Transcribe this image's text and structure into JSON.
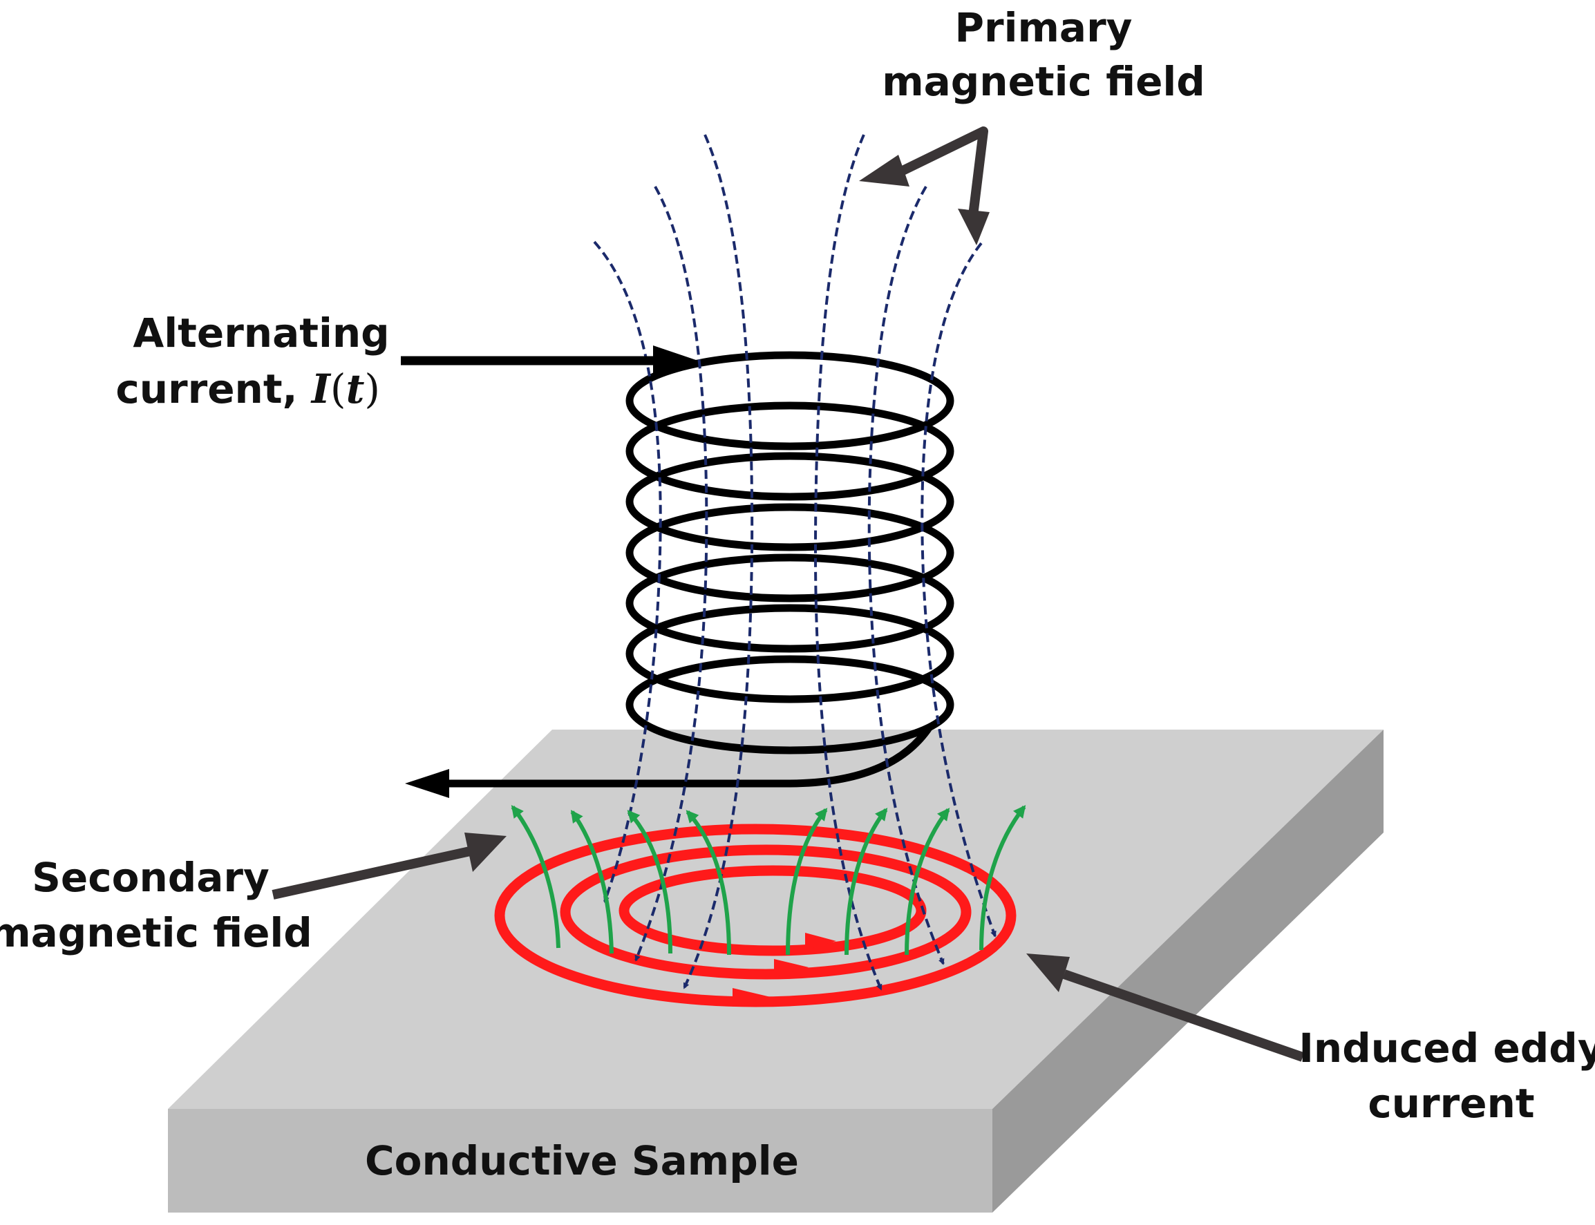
{
  "labels": {
    "primary_field_line1": "Primary",
    "primary_field_line2": "magnetic field",
    "alternating_current_line1": "Alternating",
    "alternating_current_prefix": "current, ",
    "alternating_current_symbol": "I",
    "alternating_current_paren_open": "(",
    "alternating_current_var": "t",
    "alternating_current_paren_close": ")",
    "secondary_field_line1": "Secondary",
    "secondary_field_line2": "magnetic field",
    "eddy_current_line1": "Induced eddy",
    "eddy_current_line2": "current",
    "sample": "Conductive Sample"
  },
  "colors": {
    "background": "#ffffff",
    "plate_top": "#cfcfcf",
    "plate_front": "#bcbcbc",
    "plate_side": "#9a9a9a",
    "coil": "#000000",
    "primary_field": "#1b2a6b",
    "secondary_field": "#1fa34a",
    "eddy_current": "#ff1a1a",
    "callout_arrow": "#3a3536",
    "text": "#111111"
  }
}
